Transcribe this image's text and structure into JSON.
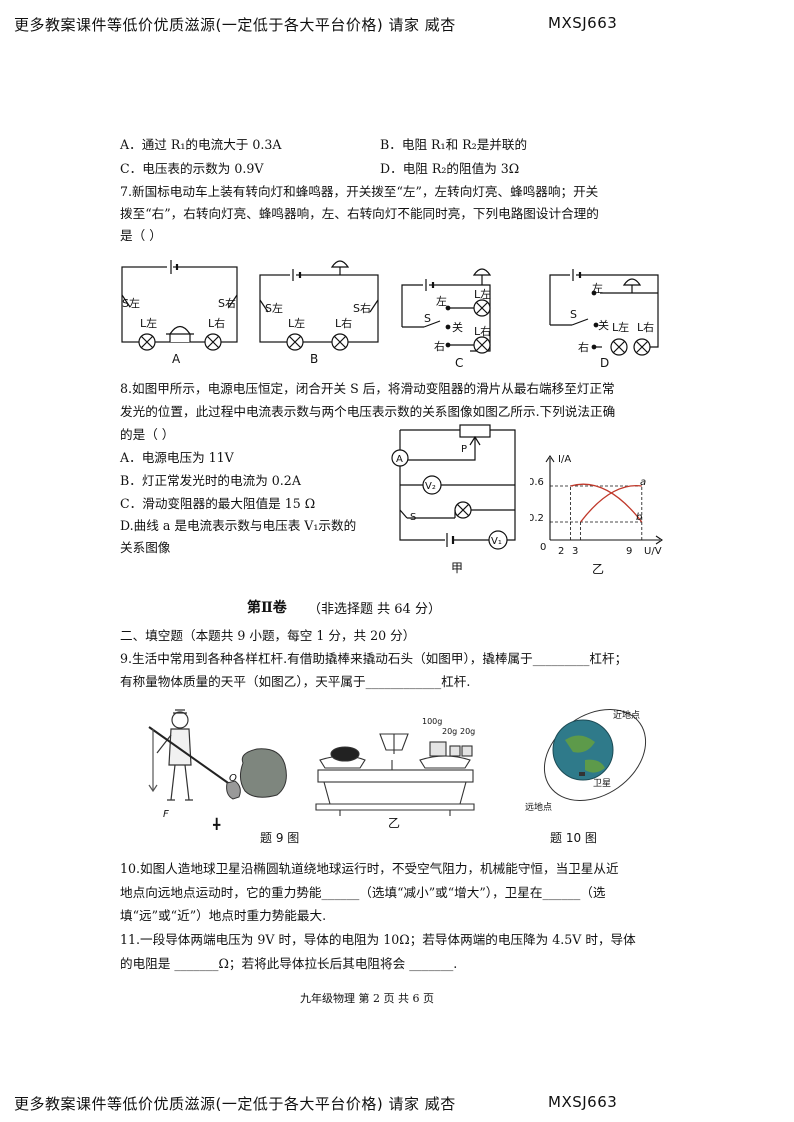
{
  "header": {
    "banner": "更多教案课件等低价优质滋源(一定低于各大平台价格)   请家   威杏",
    "code": "MXSJ663"
  },
  "q6_options": {
    "a": "A．通过 R₁的电流大于 0.3A",
    "b": "B．电阻 R₁和 R₂是并联的",
    "c": "C．电压表的示数为 0.9V",
    "d": "D．电阻 R₂的阻值为 3Ω"
  },
  "q7": {
    "line1": "7.新国标电动车上装有转向灯和蜂鸣器，开关拨至“左”，左转向灯亮、蜂鸣器响；开关",
    "line2": "拨至“右”，右转向灯亮、蜂鸣器响，左、右转向灯不能同时亮，下列电路图设计合理的",
    "line3": "是（      ）",
    "labels": [
      "A",
      "B",
      "C",
      "D"
    ],
    "circuit_text": {
      "s_left": "S左",
      "s_right": "S右",
      "l_left": "L左",
      "l_right": "L右",
      "left": "左",
      "right": "右",
      "switch": "S",
      "guan": "关"
    }
  },
  "q8": {
    "line1": "8.如图甲所示，电源电压恒定，闭合开关 S 后，将滑动变阻器的滑片从最右端移至灯正常",
    "line2": "发光的位置，此过程中电流表示数与两个电压表示数的关系图像如图乙所示.下列说法正确",
    "line3": "的是（      ）",
    "a": "A．电源电压为 11V",
    "b": "B．灯正常发光时的电流为 0.2A",
    "c": "C．滑动变阻器的最大阻值是 15  Ω",
    "d1": "D.曲线 a 是电流表示数与电压表 V₁示数的",
    "d2": "关系图像",
    "fig_jia": "甲",
    "fig_yi": "乙",
    "circuit_text": {
      "p": "P",
      "a": "A",
      "v1": "V₁",
      "v2": "V₂",
      "s": "S"
    }
  },
  "chart_data": {
    "type": "line",
    "xlabel": "U/V",
    "ylabel": "I/A",
    "x_ticks": [
      "0",
      "2",
      "3",
      "9"
    ],
    "y_ticks": [
      "0.2",
      "0.6"
    ],
    "series": [
      {
        "name": "a",
        "x": [
          3,
          9
        ],
        "y": [
          0.2,
          0.6
        ]
      },
      {
        "name": "b",
        "x": [
          2,
          9
        ],
        "y": [
          0.6,
          0.2
        ]
      }
    ]
  },
  "section2": {
    "title": "第Ⅱ卷",
    "subtitle": "（非选择题   共 64 分）",
    "heading": "二、填空题（本题共 9 小题，每空 1 分，共 20 分）"
  },
  "q9": {
    "line1": "9.生活中常用到各种各样杠杆.有借助撬棒来撬动石头（如图甲），撬棒属于_________杠杆；",
    "line2": "有称量物体质量的天平（如图乙），天平属于____________杠杆.",
    "fig_jia": "╋",
    "fig_yi": "乙",
    "caption": "题 9 图",
    "lever_o": "O",
    "lever_f": "F",
    "weights": {
      "w100": "100g",
      "w20a": "20g",
      "w20b": "20g"
    }
  },
  "q10": {
    "caption": "题 10 图",
    "near": "近地点",
    "far": "远地点",
    "sat": "卫星",
    "line1": "10.如图人造地球卫星沿椭圆轨道绕地球运行时，不受空气阻力，机械能守恒，当卫星从近",
    "line2": "地点向远地点运动时，它的重力势能______（选填“减小”或“增大”），卫星在______（选",
    "line3": "填“远”或“近”）地点时重力势能最大."
  },
  "q11": {
    "line1": "11.一段导体两端电压为 9V 时，导体的电阻为 10Ω；若导体两端的电压降为 4.5V 时，导体",
    "line2": "的电阻是 _______Ω；若将此导体拉长后其电阻将会 _______."
  },
  "footer": {
    "page": "九年级物理      第 2 页      共 6 页"
  }
}
